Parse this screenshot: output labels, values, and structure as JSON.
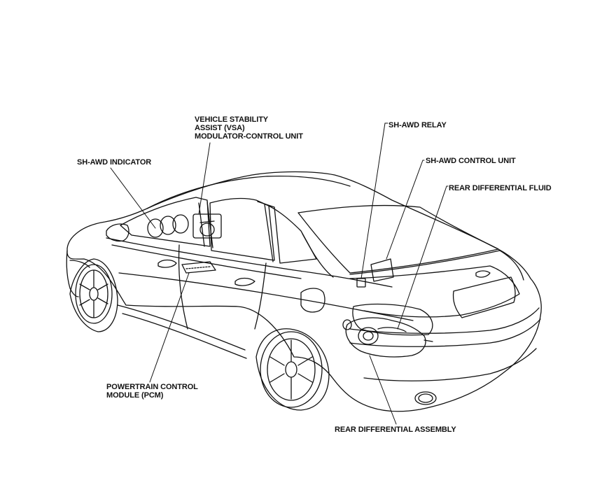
{
  "colors": {
    "ink": "#111111",
    "paper": "#ffffff"
  },
  "labels": {
    "vsa": {
      "line1": "VEHICLE STABILITY",
      "line2": "ASSIST (VSA)",
      "line3": "MODULATOR-CONTROL UNIT"
    },
    "indicator": "SH-AWD INDICATOR",
    "relay": "SH-AWD RELAY",
    "control_unit": "SH-AWD CONTROL UNIT",
    "diff_fluid": "REAR DIFFERENTIAL FLUID",
    "pcm": {
      "line1": "POWERTRAIN CONTROL",
      "line2": "MODULE (PCM)"
    },
    "diff_assembly": "REAR DIFFERENTIAL ASSEMBLY"
  }
}
